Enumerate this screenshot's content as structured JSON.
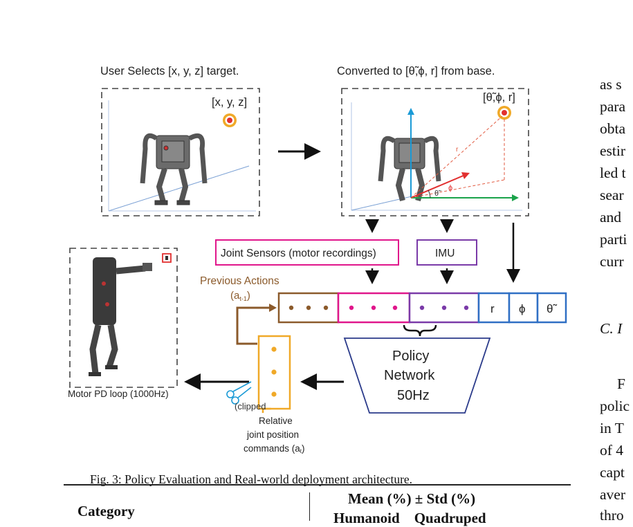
{
  "figure": {
    "left_title": "User Selects [x, y, z] target.",
    "right_title": "Converted to [θ̃,ϕ, r] from base.",
    "left_coord_label": "[x, y, z]",
    "right_coord_label": "[θ̃,ϕ, r]",
    "label_r": "r",
    "label_theta": "θ̃",
    "label_phi": "ϕ",
    "joint_sensors_label": "Joint Sensors (motor recordings)",
    "imu_label": "IMU",
    "previous_actions_label": "Previous Actions",
    "previous_actions_symbol": "(a",
    "previous_actions_sub": "t-1",
    "obs_r": "r",
    "obs_phi": "ϕ",
    "obs_theta": "θ̃",
    "policy_line1": "Policy",
    "policy_line2": "Network",
    "policy_line3": "50Hz",
    "clipped_label": "(clipped",
    "relative_line1": "Relative",
    "relative_line2": "joint position",
    "relative_line3": "commands (a",
    "relative_sub": "t",
    "motor_pd_label": "Motor PD loop (1000Hz)",
    "colors": {
      "brown": "#8b5a2b",
      "magenta": "#e0168b",
      "purple": "#7a3aa8",
      "blue": "#2f6fc4",
      "orange": "#f0a928",
      "green": "#1aa34a",
      "red": "#e23030",
      "cyan": "#1a9ad6"
    }
  },
  "caption": "Fig. 3: Policy Evaluation and Real-world deployment architecture.",
  "table": {
    "col1_header": "Category",
    "col2_header": "Mean (%) ± Std (%)",
    "col2_sub": "Humanoid    Quadruped"
  },
  "right_column_lines": [
    "as s",
    "para",
    "obta",
    "estir",
    "led t",
    "sear",
    "and",
    "parti",
    "curr",
    "C.  I",
    "F",
    "polic",
    "in T",
    "of 4",
    "capt",
    "aver",
    "thro"
  ]
}
